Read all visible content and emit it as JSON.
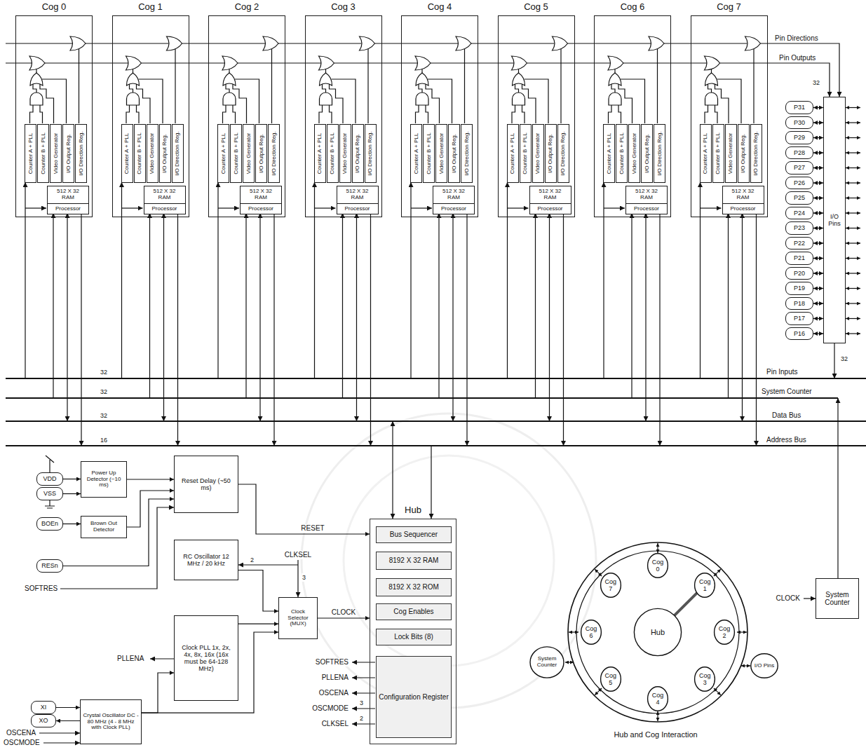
{
  "diagram": {
    "nodes": [
      {
        "text": [
          "Cog 0"
        ]
      },
      {
        "text": [
          "Counter A + PLL"
        ],
        "in": 0
      },
      {
        "text": [
          "Counter B + PLL"
        ],
        "in": 0
      },
      {
        "text": [
          "Video Generator"
        ],
        "in": 0
      },
      {
        "text": [
          "I/O Output Reg."
        ],
        "in": 0
      },
      {
        "text": [
          "I/O Direction Reg."
        ],
        "in": 0
      },
      {
        "text": [
          "512 X 32 RAM"
        ],
        "in": 0
      },
      {
        "text": [
          "Processor"
        ],
        "in": 0
      },
      {
        "text": [
          "Cog 1"
        ]
      },
      {
        "text": [
          "Counter A + PLL"
        ],
        "in": 8
      },
      {
        "text": [
          "Counter B + PLL"
        ],
        "in": 8
      },
      {
        "text": [
          "Video Generator"
        ],
        "in": 8
      },
      {
        "text": [
          "I/O Output Reg."
        ],
        "in": 8
      },
      {
        "text": [
          "I/O Direction Reg."
        ],
        "in": 8
      },
      {
        "text": [
          "512 X 32 RAM"
        ],
        "in": 8
      },
      {
        "text": [
          "Processor"
        ],
        "in": 8
      },
      {
        "text": [
          "Cog 2"
        ]
      },
      {
        "text": [
          "Counter A + PLL"
        ],
        "in": 16
      },
      {
        "text": [
          "Counter B + PLL"
        ],
        "in": 16
      },
      {
        "text": [
          "Video Generator"
        ],
        "in": 16
      },
      {
        "text": [
          "I/O Output Reg."
        ],
        "in": 16
      },
      {
        "text": [
          "I/O Direction Reg."
        ],
        "in": 16
      },
      {
        "text": [
          "512 X 32 RAM"
        ],
        "in": 16
      },
      {
        "text": [
          "Processor"
        ],
        "in": 16
      },
      {
        "text": [
          "Cog 3"
        ]
      },
      {
        "text": [
          "Counter A + PLL"
        ],
        "in": 24
      },
      {
        "text": [
          "Counter B + PLL"
        ],
        "in": 24
      },
      {
        "text": [
          "Video Generator"
        ],
        "in": 24
      },
      {
        "text": [
          "I/O Output Reg."
        ],
        "in": 24
      },
      {
        "text": [
          "I/O Direction Reg."
        ],
        "in": 24
      },
      {
        "text": [
          "512 X 32 RAM"
        ],
        "in": 24
      },
      {
        "text": [
          "Processor"
        ],
        "in": 24
      },
      {
        "text": [
          "Cog 4"
        ]
      },
      {
        "text": [
          "Counter A + PLL"
        ],
        "in": 32
      },
      {
        "text": [
          "Counter B + PLL"
        ],
        "in": 32
      },
      {
        "text": [
          "Video Generator"
        ],
        "in": 32
      },
      {
        "text": [
          "I/O Output Reg."
        ],
        "in": 32
      },
      {
        "text": [
          "I/O Direction Reg."
        ],
        "in": 32
      },
      {
        "text": [
          "512 X 32 RAM"
        ],
        "in": 32
      },
      {
        "text": [
          "Processor"
        ],
        "in": 32
      },
      {
        "text": [
          "Cog 5"
        ]
      },
      {
        "text": [
          "Counter A + PLL"
        ],
        "in": 40
      },
      {
        "text": [
          "Counter B + PLL"
        ],
        "in": 40
      },
      {
        "text": [
          "Video Generator"
        ],
        "in": 40
      },
      {
        "text": [
          "I/O Output Reg."
        ],
        "in": 40
      },
      {
        "text": [
          "I/O Direction Reg."
        ],
        "in": 40
      },
      {
        "text": [
          "512 X 32 RAM"
        ],
        "in": 40
      },
      {
        "text": [
          "Processor"
        ],
        "in": 40
      },
      {
        "text": [
          "Cog 6"
        ]
      },
      {
        "text": [
          "Counter A + PLL"
        ],
        "in": 48
      },
      {
        "text": [
          "Counter B + PLL"
        ],
        "in": 48
      },
      {
        "text": [
          "Video Generator"
        ],
        "in": 48
      },
      {
        "text": [
          "I/O Output Reg."
        ],
        "in": 48
      },
      {
        "text": [
          "I/O Direction Reg."
        ],
        "in": 48
      },
      {
        "text": [
          "512 X 32 RAM"
        ],
        "in": 48
      },
      {
        "text": [
          "Processor"
        ],
        "in": 48
      },
      {
        "text": [
          "Cog 7"
        ]
      },
      {
        "text": [
          "Counter A + PLL"
        ],
        "in": 56
      },
      {
        "text": [
          "Counter B + PLL"
        ],
        "in": 56
      },
      {
        "text": [
          "Video Generator"
        ],
        "in": 56
      },
      {
        "text": [
          "I/O Output Reg."
        ],
        "in": 56
      },
      {
        "text": [
          "I/O Direction Reg."
        ],
        "in": 56
      },
      {
        "text": [
          "512 X 32 RAM"
        ],
        "in": 56
      },
      {
        "text": [
          "Processor"
        ],
        "in": 56
      },
      {
        "text": [
          "I/O Pins"
        ]
      },
      {
        "text": [
          "P31"
        ]
      },
      {
        "text": [
          "P30"
        ]
      },
      {
        "text": [
          "P29"
        ]
      },
      {
        "text": [
          "P28"
        ]
      },
      {
        "text": [
          "P27"
        ]
      },
      {
        "text": [
          "P26"
        ]
      },
      {
        "text": [
          "P25"
        ]
      },
      {
        "text": [
          "P24"
        ]
      },
      {
        "text": [
          "P23"
        ]
      },
      {
        "text": [
          "P22"
        ]
      },
      {
        "text": [
          "P21"
        ]
      },
      {
        "text": [
          "P20"
        ]
      },
      {
        "text": [
          "P19"
        ]
      },
      {
        "text": [
          "P18"
        ]
      },
      {
        "text": [
          "P17"
        ]
      },
      {
        "text": [
          "P16"
        ]
      },
      {
        "text": [
          "VDD"
        ]
      },
      {
        "text": [
          "VSS"
        ]
      },
      {
        "text": [
          "BOEn"
        ]
      },
      {
        "text": [
          "RESn"
        ]
      },
      {
        "text": [
          "XI"
        ]
      },
      {
        "text": [
          "XO"
        ]
      },
      {
        "text": [
          "Power Up Detector (~10 ms)"
        ]
      },
      {
        "text": [
          "Brown Out Detector"
        ]
      },
      {
        "text": [
          "Reset Delay (~50 ms)"
        ]
      },
      {
        "text": [
          "RC Oscillator 12 MHz / 20 kHz"
        ]
      },
      {
        "text": [
          "Clock PLL 1x, 2x, 4x, 8x, 16x (16x must be 64-128 MHz)"
        ]
      },
      {
        "text": [
          "Crystal Oscillator DC - 80 MHz (4 - 8 MHz with Clock PLL)"
        ]
      },
      {
        "text": [
          "Clock Selector (MUX)"
        ]
      },
      {
        "text": [
          "Hub"
        ]
      },
      {
        "text": [
          "Bus Sequencer"
        ],
        "in": 94
      },
      {
        "text": [
          "8192 X 32 RAM"
        ],
        "in": 94
      },
      {
        "text": [
          "8192 X 32 ROM"
        ],
        "in": 94
      },
      {
        "text": [
          "Cog Enables"
        ],
        "in": 94
      },
      {
        "text": [
          "Lock Bits (8)"
        ],
        "in": 94
      },
      {
        "text": [
          "Configuration Register"
        ],
        "in": 94
      },
      {
        "text": [
          "System Counter"
        ]
      },
      {
        "text": [
          "Hub"
        ]
      },
      {
        "text": [
          "Cog 0"
        ]
      },
      {
        "text": [
          "Cog 1"
        ]
      },
      {
        "text": [
          "Cog 2"
        ]
      },
      {
        "text": [
          "Cog 3"
        ]
      },
      {
        "text": [
          "Cog 4"
        ]
      },
      {
        "text": [
          "Cog 5"
        ]
      },
      {
        "text": [
          "Cog 6"
        ]
      },
      {
        "text": [
          "Cog 7"
        ]
      },
      {
        "text": [
          "System Counter"
        ]
      },
      {
        "text": [
          "I/O Pins"
        ]
      }
    ],
    "edges": [
      {
        "from": 65,
        "to": 64,
        "arrow": "both"
      },
      {
        "from": 66,
        "to": 64,
        "arrow": "both"
      },
      {
        "from": 67,
        "to": 64,
        "arrow": "both"
      },
      {
        "from": 68,
        "to": 64,
        "arrow": "both"
      },
      {
        "from": 69,
        "to": 64,
        "arrow": "both"
      },
      {
        "from": 70,
        "to": 64,
        "arrow": "both"
      },
      {
        "from": 71,
        "to": 64,
        "arrow": "both"
      },
      {
        "from": 72,
        "to": 64,
        "arrow": "both"
      },
      {
        "from": 73,
        "to": 64,
        "arrow": "both"
      },
      {
        "from": 74,
        "to": 64,
        "arrow": "both"
      },
      {
        "from": 75,
        "to": 64,
        "arrow": "both"
      },
      {
        "from": 76,
        "to": 64,
        "arrow": "both"
      },
      {
        "from": 77,
        "to": 64,
        "arrow": "both"
      },
      {
        "from": 78,
        "to": 64,
        "arrow": "both"
      },
      {
        "from": 79,
        "to": 64,
        "arrow": "both"
      },
      {
        "from": 80,
        "to": 64,
        "arrow": "both"
      },
      {
        "from": 81,
        "to": 87,
        "arrow": "to"
      },
      {
        "from": 82,
        "to": 87,
        "arrow": "to"
      },
      {
        "from": 83,
        "to": 88,
        "arrow": "to"
      },
      {
        "from": 87,
        "to": 89,
        "arrow": "to"
      },
      {
        "from": 88,
        "to": 89,
        "arrow": "to"
      },
      {
        "from": 84,
        "to": 89,
        "arrow": "to"
      },
      {
        "from": 89,
        "to": 94,
        "arrow": "to",
        "label": "RESET"
      },
      {
        "from": 90,
        "to": 93,
        "arrow": "to"
      },
      {
        "from": 91,
        "to": 93,
        "arrow": "to"
      },
      {
        "from": 92,
        "to": 91,
        "arrow": "to"
      },
      {
        "from": 92,
        "to": 93,
        "arrow": "to"
      },
      {
        "from": 93,
        "to": 94,
        "arrow": "to",
        "label": "CLOCK"
      },
      {
        "from": 85,
        "to": 92,
        "arrow": "to"
      },
      {
        "from": 92,
        "to": 86,
        "arrow": "to"
      },
      {
        "from": 102,
        "to": 104,
        "arrow": "none"
      }
    ],
    "labels": [
      "Pin Directions",
      "Pin Outputs",
      "32",
      "32",
      "Pin Inputs",
      "System Counter",
      "Data Bus",
      "Address Bus",
      "32",
      "32",
      "32",
      "16",
      "SOFTRES",
      "CLKSEL",
      "2",
      "3",
      "PLLENA",
      "OSCENA",
      "OSCMODE",
      "SOFTRES",
      "PLLENA",
      "OSCENA",
      "OSCMODE",
      "CLKSEL",
      "3",
      "2",
      "CLOCK",
      "Hub and Cog Interaction"
    ]
  }
}
